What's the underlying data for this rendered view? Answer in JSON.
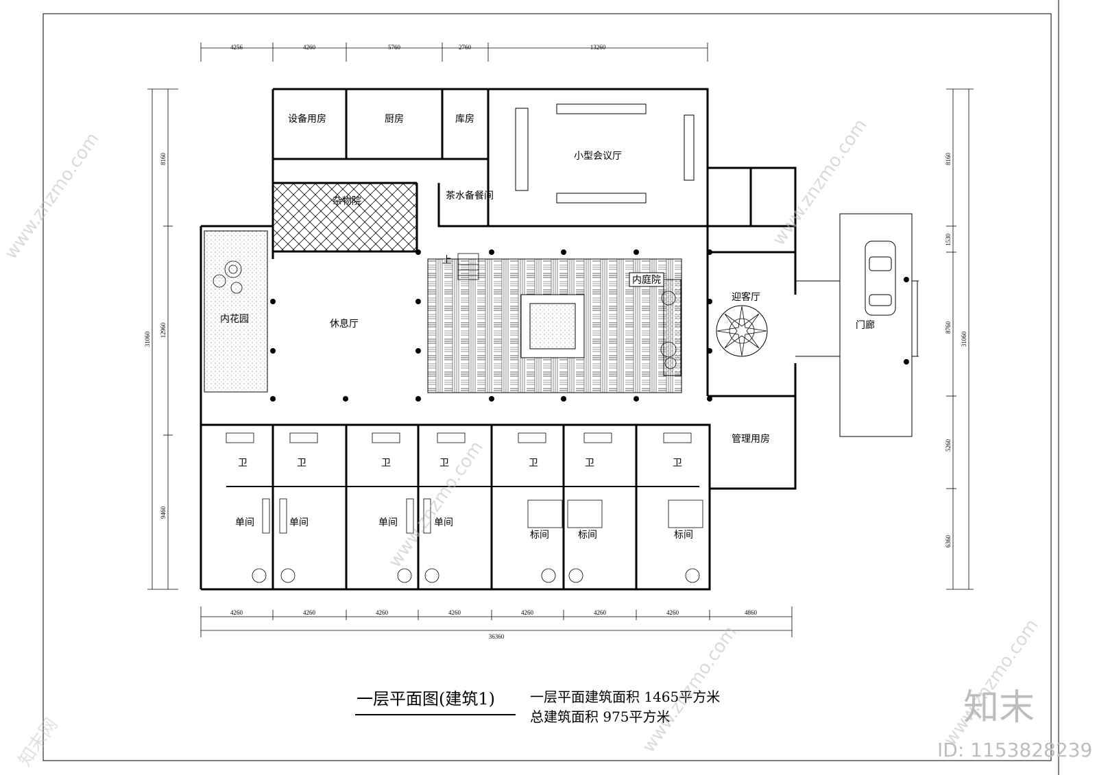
{
  "rooms": {
    "equipment": "设备用房",
    "kitchen": "厨房",
    "storage": "库房",
    "meeting": "小型会议厅",
    "yard": "杂物院",
    "tea_room": "茶水备餐间",
    "garden": "内花园",
    "lounge": "休息厅",
    "courtyard": "内庭院",
    "reception": "迎客厅",
    "porch": "门廊",
    "management": "管理用房",
    "bath": "卫",
    "single": "单间",
    "standard": "标间",
    "stair_up": "上"
  },
  "dimensions": {
    "top": [
      "4256",
      "4260",
      "5760",
      "2760",
      "13260"
    ],
    "bottom": [
      "4260",
      "4260",
      "4260",
      "4260",
      "4260",
      "4260",
      "4260",
      "4860"
    ],
    "bottom_total": "36360",
    "left": [
      "8160",
      "12960",
      "9460"
    ],
    "left_total": "31060",
    "right": [
      "8160",
      "1530",
      "8760",
      "5260",
      "6360"
    ],
    "right_total": "31060"
  },
  "title": {
    "drawing": "一层平面图(建筑1)",
    "area_line1": "一层平面建筑面积 1465平方米",
    "area_line2": "总建筑面积 975平方米"
  },
  "watermark": {
    "logo": "知末",
    "id": "ID: 1153828239",
    "url": "www.znzmo.com",
    "brand": "知末网"
  }
}
